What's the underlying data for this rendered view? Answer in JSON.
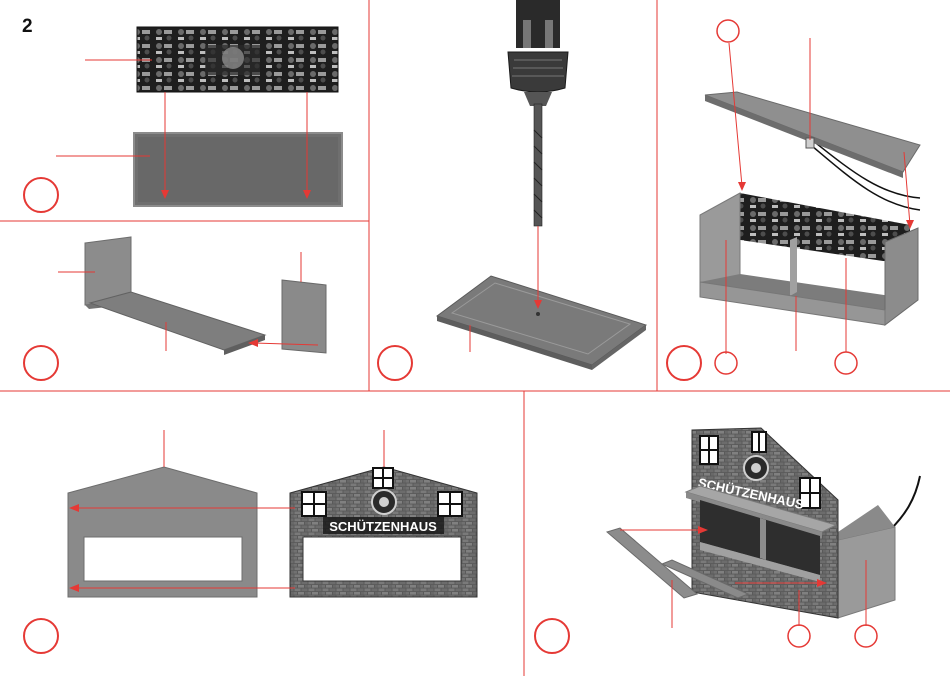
{
  "page": {
    "step_number": "2",
    "sign_text": "SCHÜTZENHAUS"
  },
  "colors": {
    "frame_line": "#e53935",
    "callout_circle": "#e53935",
    "part_gray": "#8a8a8a",
    "part_dark": "#6e6e6e",
    "part_light": "#a3a3a3",
    "brick_dark": "#4a4a4a"
  },
  "panels": [
    {
      "id": "p1",
      "content": "printed-backdrop-sheet-over-back-wall"
    },
    {
      "id": "p2",
      "content": "drill-bit-over-base-plate"
    },
    {
      "id": "p3",
      "content": "roof-with-cable-over-assembled-booth"
    },
    {
      "id": "p4",
      "content": "floor-with-back-wall-and-side-wall"
    },
    {
      "id": "p5",
      "content": "gray-gable-wall-and-printed-brick-facade"
    },
    {
      "id": "p6",
      "content": "finished-shooting-booth-with-counter-strips"
    }
  ]
}
